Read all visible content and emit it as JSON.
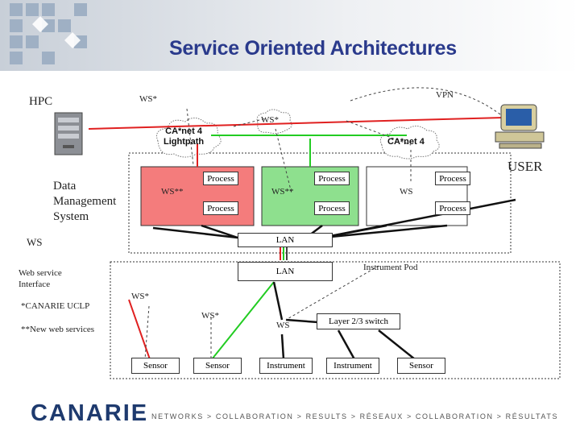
{
  "title": "Service Oriented Architectures",
  "labels": {
    "hpc": "HPC",
    "vpn": "VPN",
    "ws_star_top": "WS*",
    "ws_star_mid": "WS*",
    "user": "USER",
    "data_mgmt_line1": "Data",
    "data_mgmt_line2": "Management",
    "data_mgmt_line3": "System",
    "ws_left": "WS",
    "web_service_line1": "Web service",
    "web_service_line2": "Interface",
    "legend_canarie": "*CANARIE UCLP",
    "legend_new": "**New web services",
    "ws_star_pod_left": "WS*",
    "ws_star_pod_mid": "WS*",
    "instrument_pod": "Instrument Pod"
  },
  "clouds": {
    "lightpath_line1": "CA*net 4",
    "lightpath_line2": "Lightpath",
    "canet_right": "CA*net 4"
  },
  "cluster_red": {
    "ws": "WS**",
    "process_top": "Process",
    "process_bottom": "Process"
  },
  "cluster_green": {
    "ws": "WS**",
    "process_top": "Process",
    "process_bottom": "Process"
  },
  "cluster_right": {
    "ws": "WS",
    "process_top": "Process",
    "process_bottom": "Process"
  },
  "lan_top": "LAN",
  "lan_bottom": "LAN",
  "ws_pod": "WS",
  "switch": "Layer 2/3 switch",
  "devices": [
    "Sensor",
    "Sensor",
    "Instrument",
    "Instrument",
    "Sensor"
  ],
  "footer": {
    "brand": "CANARIE",
    "tagline": "NETWORKS > COLLABORATION > RESULTS > RÉSEAUX > COLLABORATION > RÉSULTATS"
  },
  "colors": {
    "title": "#2a3a8c",
    "red_cluster": "#f47c7c",
    "green_cluster": "#8ee08e",
    "red_line": "#e02020",
    "green_line": "#22cc22",
    "brand": "#1e3a6e"
  }
}
